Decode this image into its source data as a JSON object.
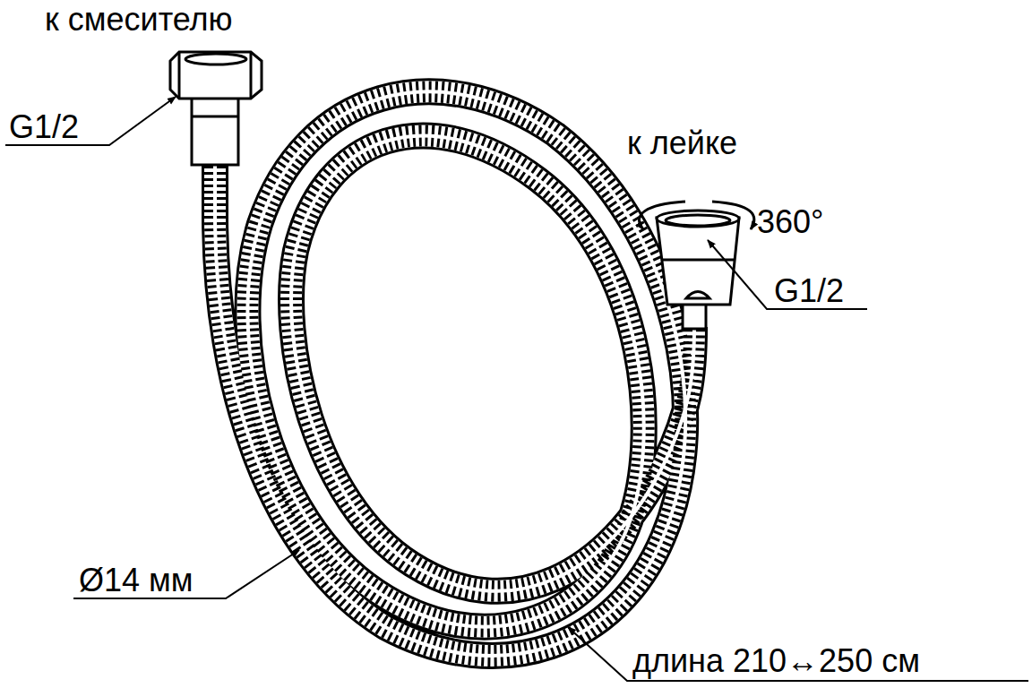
{
  "diagram": {
    "labels": [
      "к смесителю",
      "G1/2",
      "к лейке",
      "360°",
      "G1/2",
      "Ø14 мм",
      "длина 210↔250 см"
    ]
  }
}
